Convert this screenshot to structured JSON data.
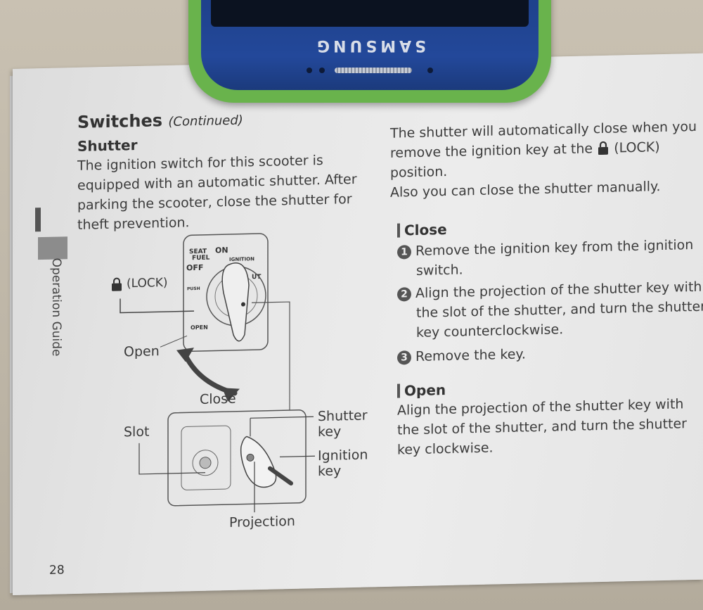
{
  "phone": {
    "brand": "SAMSUNG"
  },
  "side": {
    "label": "Operation Guide"
  },
  "page_number": "28",
  "left": {
    "section_title": "Switches",
    "section_suffix": "(Continued)",
    "subheading": "Shutter",
    "intro_lines": [
      "The ignition switch for this scooter is",
      "equipped with an automatic shutter. After",
      "parking the scooter, close the shutter for",
      "theft prevention."
    ]
  },
  "figure": {
    "lock_label": "(LOCK)",
    "open_label": "Open",
    "close_label": "Close",
    "slot_label": "Slot",
    "shutter_key_label": [
      "Shutter",
      "key"
    ],
    "ignition_key_label": [
      "Ignition",
      "key"
    ],
    "projection_label": "Projection",
    "switch_text": {
      "seat": "SEAT",
      "fuel": "FUEL",
      "on": "ON",
      "ignition": "IGNITION",
      "off": "OFF",
      "push": "PUSH",
      "ut": "UT",
      "open": "OPEN"
    }
  },
  "right": {
    "intro_lines": [
      "The shutter will automatically close when you",
      "remove the ignition key at the",
      "(LOCK)",
      "position.",
      "Also you can close the shutter manually."
    ],
    "close_heading": "Close",
    "close_steps": [
      {
        "num": "1",
        "lines": [
          "Remove the ignition key from the ignition",
          "switch."
        ]
      },
      {
        "num": "2",
        "lines": [
          "Align the projection of the shutter key with",
          "the slot of the shutter, and turn the shutter",
          "key counterclockwise."
        ]
      },
      {
        "num": "3",
        "lines": [
          "Remove the key."
        ]
      }
    ],
    "open_heading": "Open",
    "open_lines": [
      "Align the projection of the shutter key with",
      "the slot of the shutter, and turn the shutter",
      "key clockwise."
    ]
  },
  "colors": {
    "page": "#e6e6e6",
    "ink": "#3a3a3a",
    "phone_case": "#69b34c",
    "phone_body": "#23489a"
  }
}
